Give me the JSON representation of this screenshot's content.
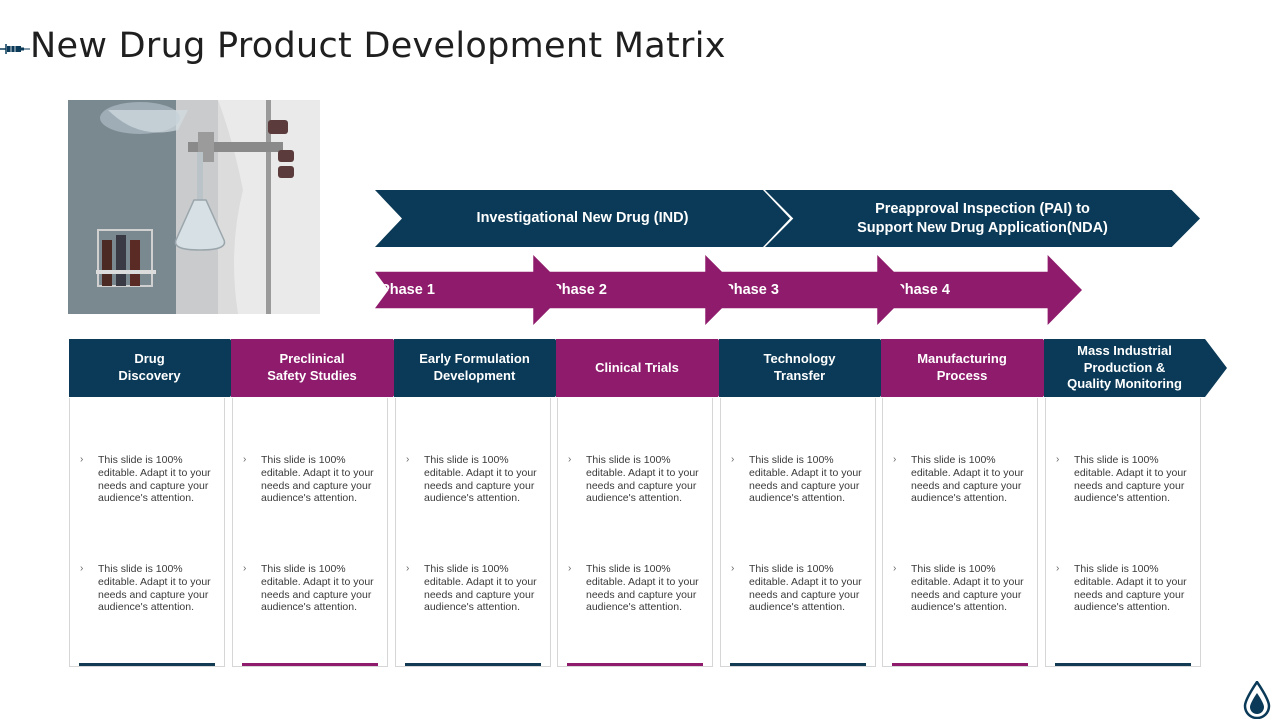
{
  "header": {
    "title": "New Drug Product Development Matrix"
  },
  "colors": {
    "navy": "#0a3a57",
    "magenta": "#8e1b6b",
    "bar_navy": "#123a53",
    "bar_magenta": "#8e1b6b"
  },
  "icons": {
    "title": "syringe-icon",
    "corner": "drop-icon"
  },
  "top_arrows": [
    {
      "label": "Investigational New Drug (IND)"
    },
    {
      "label": "Preapproval Inspection (PAI) to\nSupport New Drug Application(NDA)"
    }
  ],
  "phases": [
    {
      "label": "Phase 1"
    },
    {
      "label": "Phase 2"
    },
    {
      "label": "Phase 3"
    },
    {
      "label": "Phase 4"
    }
  ],
  "columns": [
    {
      "title": "Drug\nDiscovery",
      "color": "navy",
      "bullets": [
        "This slide is 100%\neditable.  Adapt it to your\nneeds and capture your\naudience's attention.",
        "This slide is 100%\neditable.  Adapt it to your\nneeds and capture your\naudience's attention."
      ]
    },
    {
      "title": "Preclinical\nSafety Studies",
      "color": "magenta",
      "bullets": [
        "This slide is 100%\neditable.  Adapt it to your\nneeds and capture your\naudience's attention.",
        "This slide is 100%\neditable.  Adapt it to your\nneeds and capture your\naudience's attention."
      ]
    },
    {
      "title": "Early Formulation\nDevelopment",
      "color": "navy",
      "bullets": [
        "This slide is 100%\neditable.  Adapt it to your\nneeds and capture your\naudience's attention.",
        "This slide is 100%\neditable.  Adapt it to your\nneeds and capture your\naudience's attention."
      ]
    },
    {
      "title": "Clinical Trials",
      "color": "magenta",
      "bullets": [
        "This slide is 100%\neditable.  Adapt it to your\nneeds and capture your\naudience's attention.",
        "This slide is 100%\neditable.  Adapt it to your\nneeds and capture your\naudience's attention."
      ]
    },
    {
      "title": "Technology\nTransfer",
      "color": "navy",
      "bullets": [
        "This slide is 100%\neditable.  Adapt it to your\nneeds and capture your\naudience's attention.",
        "This slide is 100%\neditable.  Adapt it to your\nneeds and capture your\naudience's attention."
      ]
    },
    {
      "title": "Manufacturing\nProcess",
      "color": "magenta",
      "bullets": [
        "This slide is 100%\neditable.  Adapt it to your\nneeds and capture your\naudience's attention.",
        "This slide is 100%\neditable.  Adapt it to your\nneeds and capture your\naudience's attention."
      ]
    },
    {
      "title": "Mass Industrial\nProduction &\nQuality Monitoring",
      "color": "navy",
      "bullets": [
        "This slide is 100%\neditable.  Adapt it to your\nneeds and capture your\naudience's attention.",
        "This slide is 100%\neditable.  Adapt it to your\nneeds and capture your\naudience's attention."
      ]
    }
  ]
}
